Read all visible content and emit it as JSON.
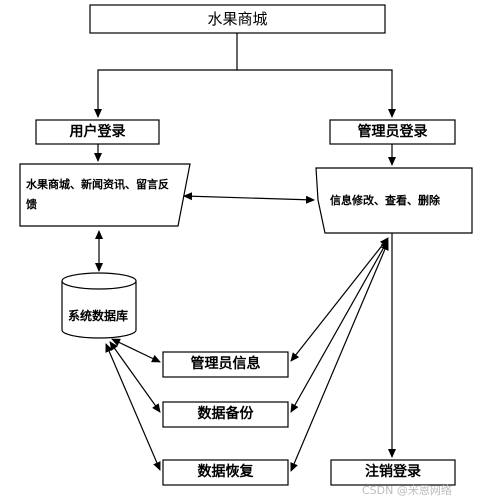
{
  "nodes": {
    "top": "水果商城",
    "user_login": "用户登录",
    "admin_login": "管理员登录",
    "user_features": "水果商城、新闻资讯、留言反馈",
    "admin_features": "信息修改、查看、删除",
    "database": "系统数据库",
    "admin_info": "管理员信息",
    "data_backup": "数据备份",
    "data_restore": "数据恢复",
    "logout": "注销登录"
  },
  "watermark": "CSDN @米恩网络"
}
